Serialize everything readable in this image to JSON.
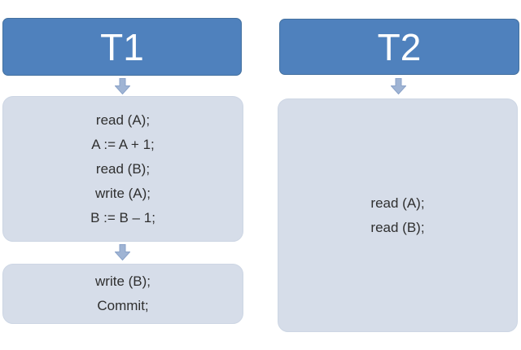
{
  "colors": {
    "background": "#ffffff",
    "header_fill": "#4f81bd",
    "header_border": "#44719f",
    "header_text": "#ffffff",
    "box_fill": "#d6dde9",
    "box_border": "#cdd6e4",
    "body_text": "#2f2f2f",
    "arrow_fill": "#9fb4d4",
    "arrow_border": "#8aa2c8"
  },
  "icons": {
    "connector": "down-arrow-icon"
  },
  "diagram": {
    "columns": [
      {
        "header": "T1",
        "blocks": [
          {
            "lines": [
              "read (A);",
              "A := A + 1;",
              "read (B);",
              "write (A);",
              "B := B – 1;"
            ]
          },
          {
            "lines": [
              "write (B);",
              "Commit;"
            ]
          }
        ]
      },
      {
        "header": "T2",
        "blocks": [
          {
            "lines": [
              "read (A);",
              "read (B);"
            ]
          }
        ]
      }
    ]
  }
}
